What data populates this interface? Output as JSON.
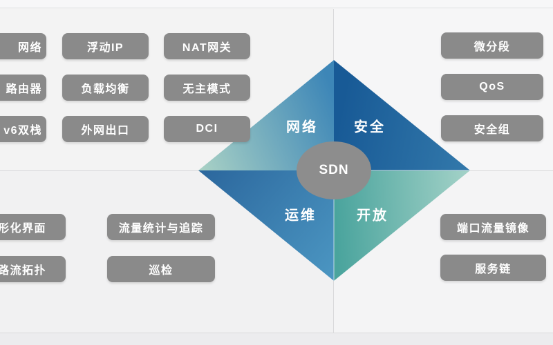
{
  "diagram": {
    "center_label": "SDN",
    "quadrants": {
      "network": "网络",
      "security": "安全",
      "operations": "运维",
      "open": "开放"
    }
  },
  "features": {
    "network": [
      "网络",
      "浮动IP",
      "NAT网关",
      "路由器",
      "负载均衡",
      "无主模式",
      "v6双栈",
      "外网出口",
      "DCI"
    ],
    "security": [
      "微分段",
      "QoS",
      "安全组"
    ],
    "operations": [
      "形化界面",
      "流量统计与追踪",
      "路流拓扑",
      "巡检"
    ],
    "open": [
      "端口流量镜像",
      "服务链"
    ]
  },
  "colors": {
    "background": "#f3f3f4",
    "button_bg": "#8a8a8a",
    "button_text": "#ffffff",
    "circle_bg": "#8d8d8d",
    "divider_line": "#d9d9db",
    "triangle_network": [
      "#aad2c5",
      "#3d86b7"
    ],
    "triangle_security": [
      "#185a96",
      "#3379ab"
    ],
    "triangle_operations": [
      "#2c689e",
      "#4e9ac5"
    ],
    "triangle_open": [
      "#4aa49d",
      "#a4d2c8"
    ]
  }
}
